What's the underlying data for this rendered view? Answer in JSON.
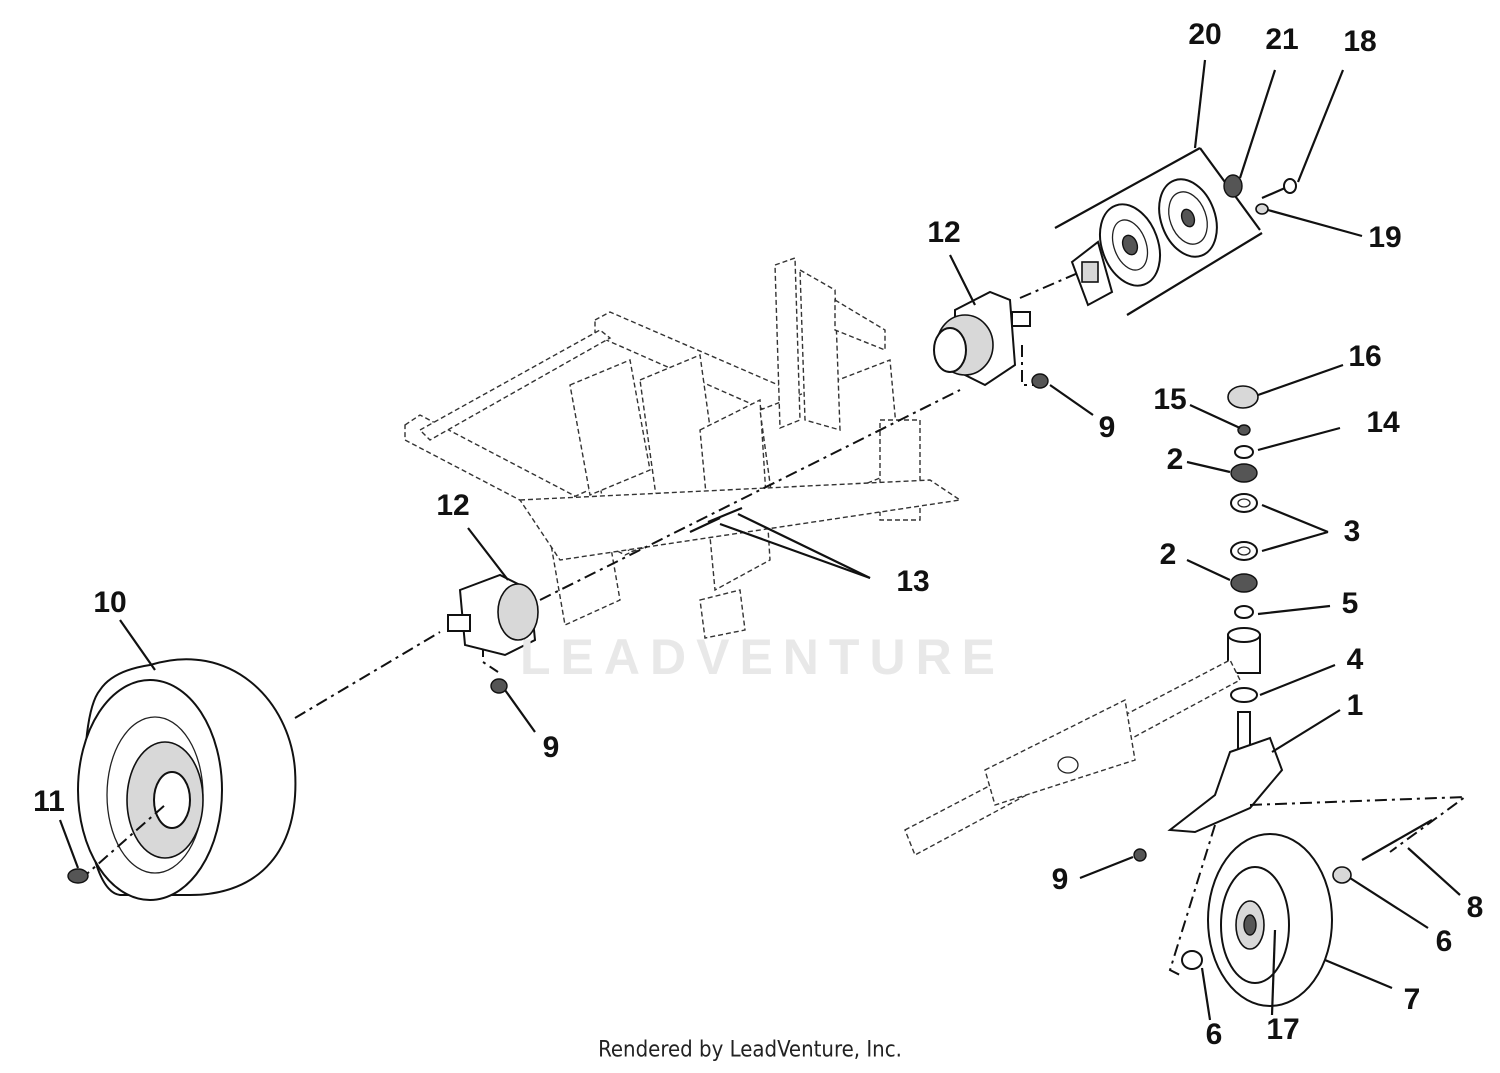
{
  "watermark": "LEADVENTURE",
  "footer": "Rendered by LeadVenture, Inc.",
  "callouts": [
    {
      "id": "20",
      "label": "20"
    },
    {
      "id": "21",
      "label": "21"
    },
    {
      "id": "18",
      "label": "18"
    },
    {
      "id": "19",
      "label": "19"
    },
    {
      "id": "12a",
      "label": "12"
    },
    {
      "id": "16",
      "label": "16"
    },
    {
      "id": "15",
      "label": "15"
    },
    {
      "id": "9a",
      "label": "9"
    },
    {
      "id": "14",
      "label": "14"
    },
    {
      "id": "2a",
      "label": "2"
    },
    {
      "id": "3",
      "label": "3"
    },
    {
      "id": "12b",
      "label": "12"
    },
    {
      "id": "2b",
      "label": "2"
    },
    {
      "id": "13",
      "label": "13"
    },
    {
      "id": "5",
      "label": "5"
    },
    {
      "id": "10",
      "label": "10"
    },
    {
      "id": "4",
      "label": "4"
    },
    {
      "id": "1",
      "label": "1"
    },
    {
      "id": "9b",
      "label": "9"
    },
    {
      "id": "11",
      "label": "11"
    },
    {
      "id": "9c",
      "label": "9"
    },
    {
      "id": "8",
      "label": "8"
    },
    {
      "id": "6a",
      "label": "6"
    },
    {
      "id": "7",
      "label": "7"
    },
    {
      "id": "6b",
      "label": "6"
    },
    {
      "id": "17",
      "label": "17"
    }
  ]
}
